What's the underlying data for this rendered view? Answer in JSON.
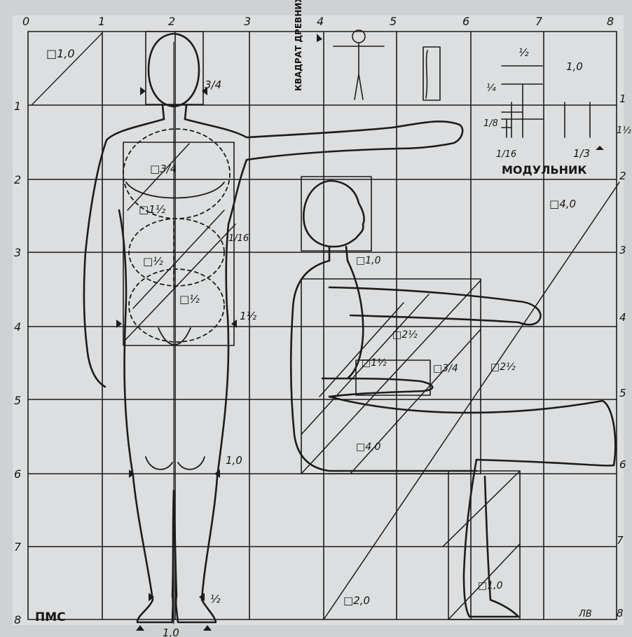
{
  "top_scale": [
    "0",
    "1",
    "2",
    "3",
    "4",
    "5",
    "6",
    "7",
    "8"
  ],
  "left_scale": [
    "1",
    "2",
    "3",
    "4",
    "5",
    "6",
    "7",
    "8"
  ],
  "right_scale": [
    "1",
    "1½",
    "2",
    "3",
    "4",
    "5",
    "6",
    "7",
    "8"
  ],
  "square_mark": "□",
  "labels": {
    "unit_square": "1,0",
    "head_width": "3/4",
    "chest": "3/4",
    "abdomen": "1½",
    "pelvis_top": "½",
    "pelvis": "½",
    "side_small": "1/16",
    "hip_width": "1½",
    "knee_width": "1,0",
    "ankle_width": "½",
    "feet_width": "1,0",
    "bottom_left": "ПМС",
    "ancient_square": "КВАДРАТ ДРЕВНИХ",
    "seated_head": "1,0",
    "seated_25": "2½",
    "seated_15": "1½",
    "seated_34": "3/4",
    "seated_25_outer": "2½",
    "seated_40": "4,0",
    "diag_40": "4,0",
    "diag_20": "2,0",
    "shin_10": "1,0",
    "signature": "ЛВ"
  },
  "modulnik": {
    "title": "МОДУЛЬНИК",
    "cells": [
      "½",
      "1,0",
      "¼",
      "1/8",
      "1/16",
      "1/3"
    ]
  }
}
